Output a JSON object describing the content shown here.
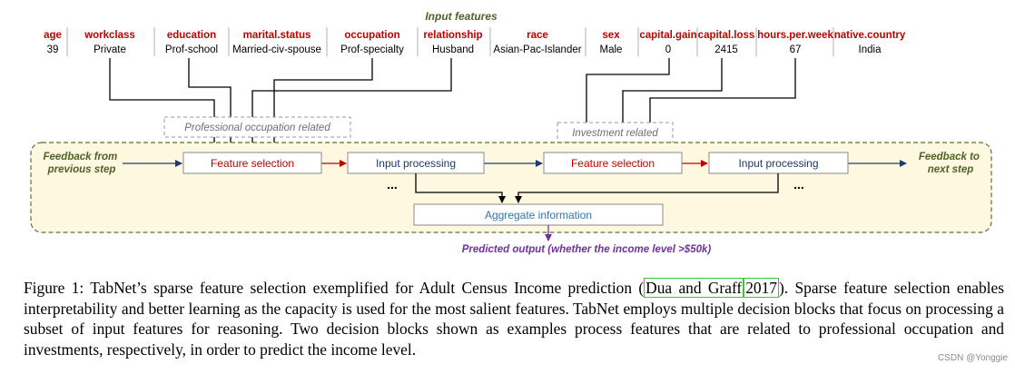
{
  "title": "Input features",
  "features": [
    {
      "name": "age",
      "value": "39"
    },
    {
      "name": "workclass",
      "value": "Private"
    },
    {
      "name": "education",
      "value": "Prof-school"
    },
    {
      "name": "marital.status",
      "value": "Married-civ-spouse"
    },
    {
      "name": "occupation",
      "value": "Prof-specialty"
    },
    {
      "name": "relationship",
      "value": "Husband"
    },
    {
      "name": "race",
      "value": "Asian-Pac-Islander"
    },
    {
      "name": "sex",
      "value": "Male"
    },
    {
      "name": "capital.gain",
      "value": "0"
    },
    {
      "name": "capital.loss",
      "value": "2415"
    },
    {
      "name": "hours.per.week",
      "value": "67"
    },
    {
      "name": "native.country",
      "value": "India"
    }
  ],
  "groups": {
    "professional": "Professional occupation related",
    "investment": "Investment related"
  },
  "feedback": {
    "from": [
      "Feedback from",
      "previous step"
    ],
    "to": [
      "Feedback to",
      "next step"
    ]
  },
  "blocks": {
    "feature_selection_1": "Feature selection",
    "input_processing_1": "Input processing",
    "feature_selection_2": "Feature selection",
    "input_processing_2": "Input processing",
    "aggregate": "Aggregate information"
  },
  "ellipsis": "...",
  "output": "Predicted output (whether the income level >$50k)",
  "caption": {
    "before": "Figure 1: TabNet’s sparse feature selection exemplified for Adult Census Income prediction (",
    "cite_authors": "Dua and Graff",
    "cite_year": "2017",
    "after": "). Sparse feature selection enables interpretability and better learning as the capacity is used for the most salient features. TabNet employs multiple decision blocks that focus on processing a subset of input features for reasoning. Two decision blocks shown as examples process features that are related to professional occupation and investments, respectively, in order to predict the income level."
  },
  "watermark": "CSDN @Yonggie",
  "colors": {
    "feature_name": "#c00000",
    "title_green": "#4f6228",
    "feature_selection_text": "#c00000",
    "input_processing_text": "#1f3864",
    "aggregate_text": "#2e75b6",
    "output_purple": "#7030a0",
    "panel_fill": "#fdf8df",
    "panel_border": "#6e6a2e",
    "feedback_text": "#4f6228",
    "arrow_blue": "#1f3a73",
    "arrow_red": "#c00000"
  }
}
